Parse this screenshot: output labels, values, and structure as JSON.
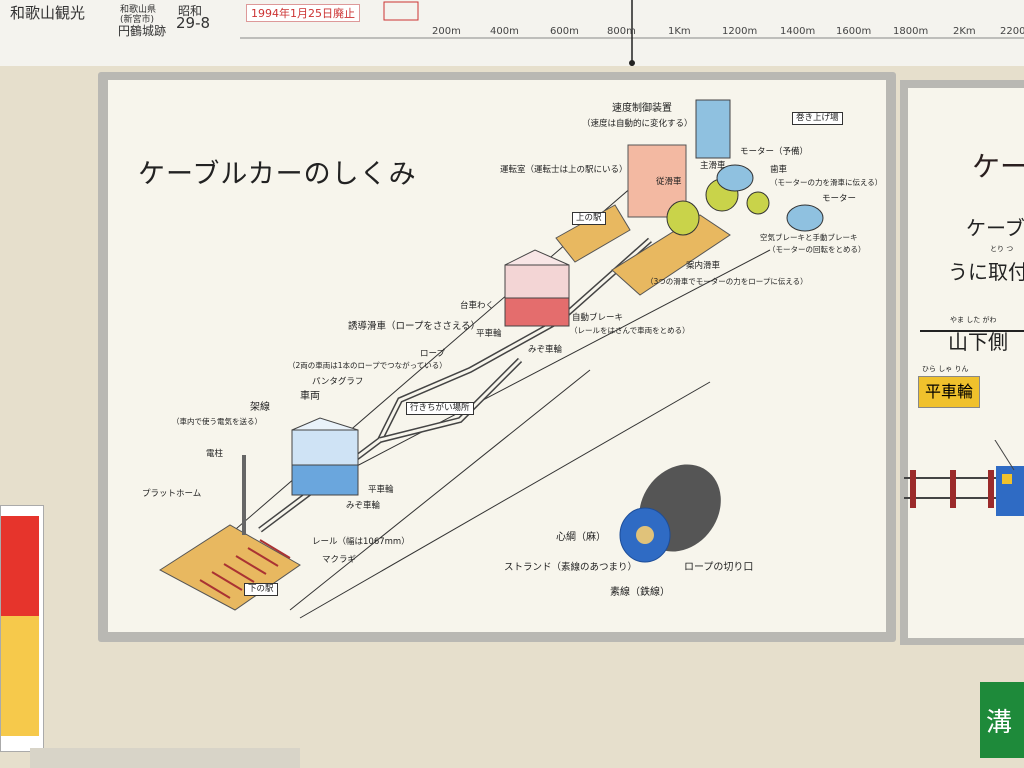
{
  "top_strip": {
    "place_name": "和歌山観光",
    "small_note": "和歌山県",
    "small_note2": "(新宮市)",
    "castle": "円鶴城跡",
    "era": "昭和",
    "era_value": "29-8",
    "closed_date": "1994年1月25日廃止",
    "ticks": [
      "200m",
      "400m",
      "600m",
      "800m",
      "1Km",
      "1200m",
      "1400m",
      "1600m",
      "1800m",
      "2Km",
      "2200"
    ]
  },
  "board": {
    "title": "ケーブルカーのしくみ",
    "labels": {
      "speed_control": "速度制御装置",
      "speed_control_note": "（速度は自動的に変化する）",
      "winding": "巻き上げ場",
      "operator_room": "運転室（運転士は上の駅にいる）",
      "follower_pulley": "従滑車",
      "main_pulley": "主滑車",
      "motor_spare": "モーター（予備）",
      "gear": "歯車",
      "gear_note": "（モーターの力を滑車に伝える）",
      "motor": "モーター",
      "brake": "空気ブレーキと手動ブレーキ",
      "brake_note": "（モーターの回転をとめる）",
      "upper_station": "上の駅",
      "guide_pulley": "案内滑車",
      "guide_note": "（3つの滑車でモーターの力をロープに伝える）",
      "bogie_frame": "台車わく",
      "auto_brake": "自動ブレーキ",
      "auto_brake_note": "（レールをはさんで車両をとめる）",
      "flat_wheel_top": "平車輪",
      "groove_wheel_top": "みぞ車輪",
      "induction_pulley": "誘導滑車（ロープをささえる）",
      "rope": "ロープ",
      "one_rope": "（2両の車両は1本のロープでつながっている）",
      "pantograph": "パンタグラフ",
      "passing": "行きちがい場所",
      "car": "車両",
      "overhead": "架線",
      "overhead_note": "（車内で使う電気を送る）",
      "pole": "電柱",
      "platform": "プラットホーム",
      "flat_wheel": "平車輪",
      "groove_wheel": "みぞ車輪",
      "rail": "レール（幅は1067mm）",
      "sleeper": "マクラギ",
      "lower_station": "下の駅",
      "core": "心綱（麻）",
      "strand": "ストランド（素線のあつまり）",
      "wire": "素線（鉄線）",
      "rope_section": "ロープの切り口"
    }
  },
  "right_board": {
    "title_fragment": "ケー",
    "line1": "ケーブ",
    "line2": "うに取付",
    "ruby_side": "やま した がわ",
    "side": "山下側",
    "ruby_wheel": "ひら しゃ りん",
    "wheel": "平車輪"
  },
  "green_sign": "溝",
  "colors": {
    "board": "#f7f5ec",
    "frame": "#b9b8b3",
    "station": "#e8b860",
    "car_red": "#e46d6d",
    "car_blue": "#6aa6dd",
    "machine_blue": "#8fc1e0",
    "pulley_yellow": "#c9d34a"
  }
}
